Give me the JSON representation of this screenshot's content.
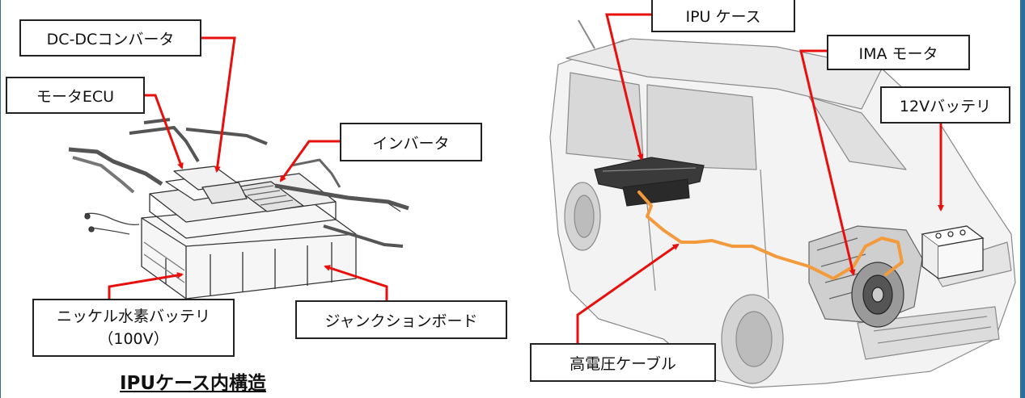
{
  "left_panel": {
    "labels": {
      "dcdc": "DC-DCコンバータ",
      "motor_ecu": "モータECU",
      "inverter": "インバータ",
      "battery_line1": "ニッケル水素バッテリ",
      "battery_line2": "（100V）",
      "junction": "ジャンクションボード"
    },
    "caption": "IPUケース内構造"
  },
  "right_panel": {
    "labels": {
      "ipu_case": "IPU ケース",
      "ima_motor": "IMA モータ",
      "battery_12v": "12Vバッテリ",
      "hv_cable": "高電圧ケーブル"
    }
  },
  "colors": {
    "callout_line": "#e8100c",
    "cable": "#f39a3b",
    "frame": "#2c6f9e"
  }
}
